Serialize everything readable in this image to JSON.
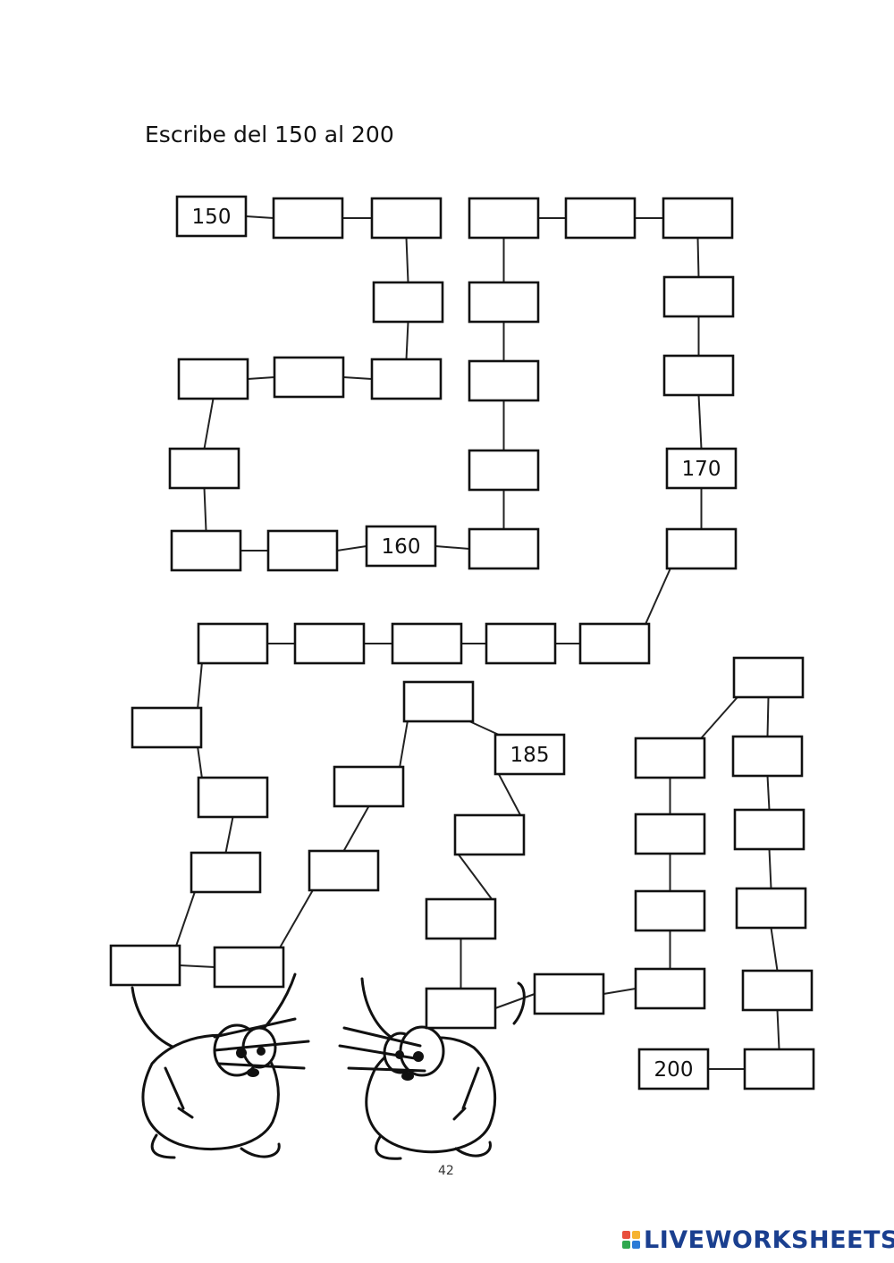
{
  "title": "Escribe del 150 al 200",
  "given_numbers": [
    "150",
    "160",
    "170",
    "185",
    "200"
  ],
  "page_number": "42",
  "brand": {
    "name": "LIVEWORKSHEETS",
    "logo_colors": [
      "#e84e3c",
      "#f6b331",
      "#2fa84f",
      "#2b7bd6"
    ],
    "text_color": "#1a3f8f",
    "logo_icon": "liveworksheets-logo-icon"
  },
  "decoration": {
    "left": "bunny-writing-illustration",
    "right": "bunny-writing-illustration"
  }
}
